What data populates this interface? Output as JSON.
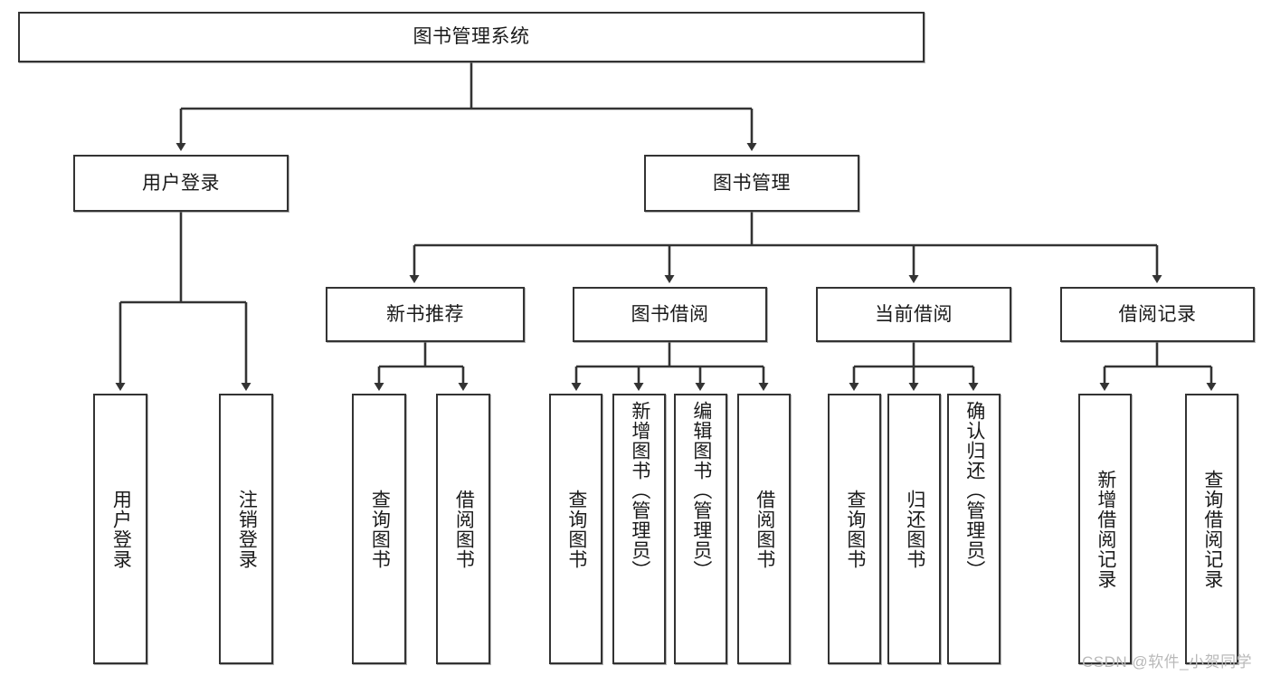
{
  "diagram": {
    "title": "图书管理系统",
    "type": "tree-hierarchy-chart",
    "colors": {
      "box_border": "#333333",
      "box_fill": "#ffffff",
      "connector": "#333333",
      "text": "#1a1a1a",
      "watermark": "#b9b9b9",
      "background": "#ffffff"
    },
    "root": {
      "label": "图书管理系统"
    },
    "level1": [
      {
        "label": "用户登录"
      },
      {
        "label": "图书管理"
      }
    ],
    "level2": [
      {
        "label": "新书推荐"
      },
      {
        "label": "图书借阅"
      },
      {
        "label": "当前借阅"
      },
      {
        "label": "借阅记录"
      }
    ],
    "leaves": {
      "user_login": [
        {
          "label": "用户登录"
        },
        {
          "label": "注销登录"
        }
      ],
      "new_book_recommend": [
        {
          "label": "查询图书"
        },
        {
          "label": "借阅图书"
        }
      ],
      "book_borrow": [
        {
          "label": "查询图书"
        },
        {
          "label": "新增图书（管理员）"
        },
        {
          "label": "编辑图书（管理员）"
        },
        {
          "label": "借阅图书"
        }
      ],
      "current_borrow": [
        {
          "label": "查询图书"
        },
        {
          "label": "归还图书"
        },
        {
          "label": "确认归还（管理员）"
        }
      ],
      "borrow_record": [
        {
          "label": "新增借阅记录"
        },
        {
          "label": "查询借阅记录"
        }
      ]
    }
  },
  "watermark": {
    "text": "CSDN @软件_小贺同学"
  }
}
